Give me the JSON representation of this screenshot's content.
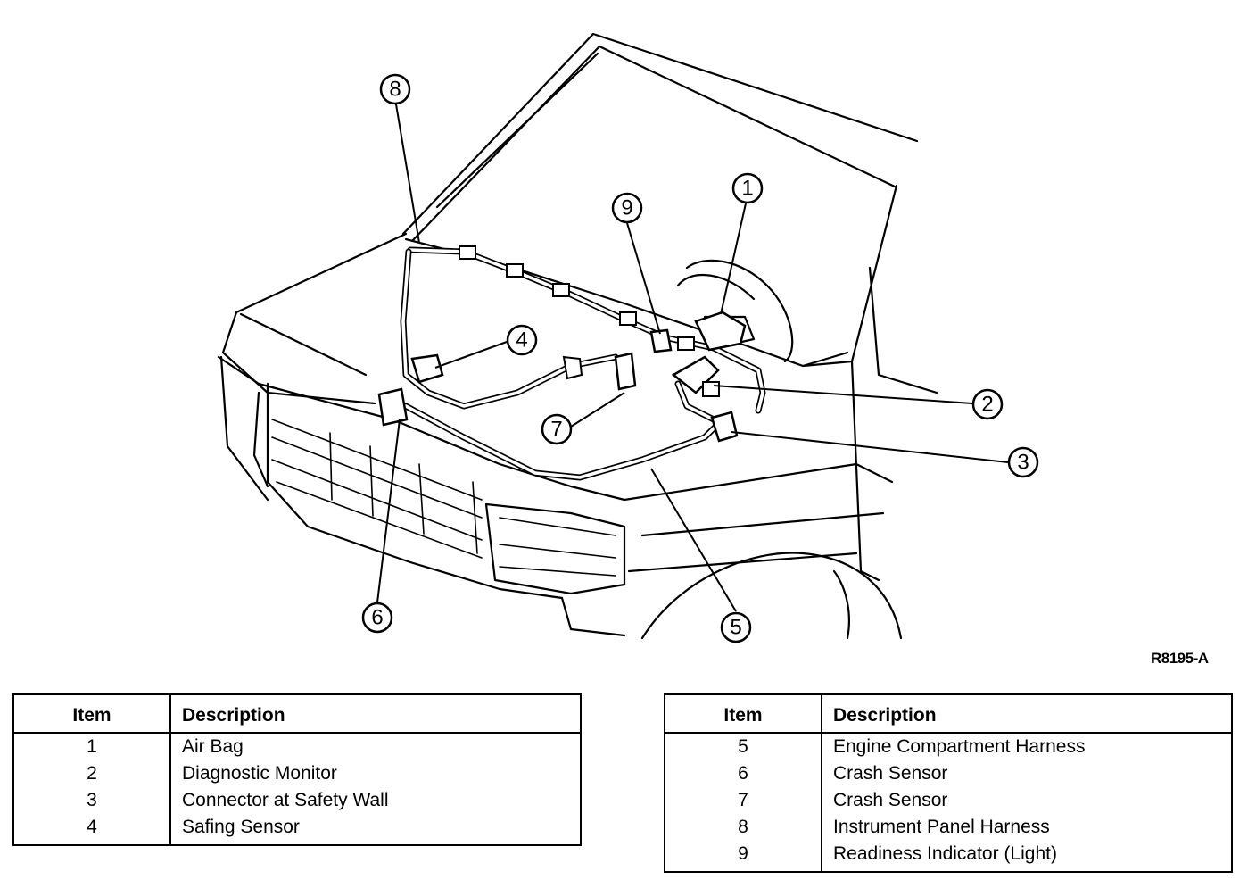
{
  "reference_code": "R8195-A",
  "callouts": [
    "1",
    "2",
    "3",
    "4",
    "5",
    "6",
    "7",
    "8",
    "9"
  ],
  "table_headers": {
    "item": "Item",
    "description": "Description"
  },
  "legend_left": [
    {
      "item": "1",
      "description": "Air Bag"
    },
    {
      "item": "2",
      "description": "Diagnostic Monitor"
    },
    {
      "item": "3",
      "description": "Connector at Safety Wall"
    },
    {
      "item": "4",
      "description": "Safing Sensor"
    }
  ],
  "legend_right": [
    {
      "item": "5",
      "description": "Engine Compartment Harness"
    },
    {
      "item": "6",
      "description": "Crash Sensor"
    },
    {
      "item": "7",
      "description": "Crash Sensor"
    },
    {
      "item": "8",
      "description": "Instrument Panel Harness"
    },
    {
      "item": "9",
      "description": "Readiness Indicator (Light)"
    }
  ]
}
